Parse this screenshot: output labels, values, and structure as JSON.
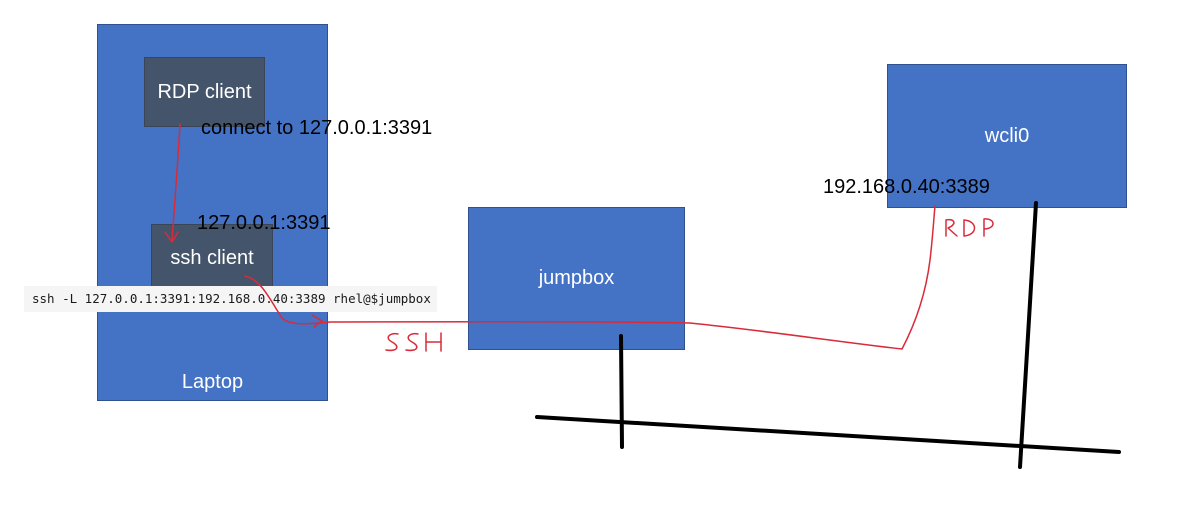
{
  "nodes": {
    "laptop": {
      "label": "Laptop"
    },
    "rdp_client": {
      "label": "RDP client"
    },
    "ssh_client": {
      "label": "ssh client"
    },
    "jumpbox": {
      "label": "jumpbox"
    },
    "wcli0": {
      "label": "wcli0"
    }
  },
  "labels": {
    "connect_to": "connect to 127.0.0.1:3391",
    "local_port": "127.0.0.1:3391",
    "remote_port": "192.168.0.40:3389"
  },
  "command": "ssh -L 127.0.0.1:3391:192.168.0.40:3389 rhel@$jumpbox",
  "annotations": {
    "ssh": "SSH",
    "rdp": "RDP"
  },
  "colors": {
    "box_blue": "#4472c4",
    "box_dark": "#44546a",
    "annotation_red": "#d92b3a",
    "network_line": "#000000"
  }
}
